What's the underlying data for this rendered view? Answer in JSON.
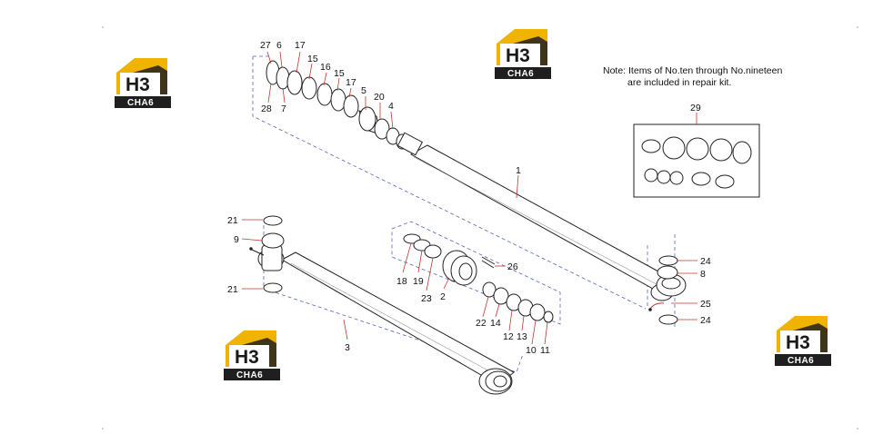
{
  "note": {
    "line1": "Note: Items of No.ten through No.nineteen",
    "line2": "are included in repair kit."
  },
  "brand": {
    "logo_text": "H3",
    "brand_text": "CHA6",
    "accent": "#f0b400",
    "dark": "#1f1f1f"
  },
  "callouts": {
    "c27": "27",
    "c6": "6",
    "c17a": "17",
    "c15a": "15",
    "c16": "16",
    "c15b": "15",
    "c17b": "17",
    "c5": "5",
    "c20": "20",
    "c4": "4",
    "c28": "28",
    "c7": "7",
    "c1": "1",
    "c21a": "21",
    "c9": "9",
    "c21b": "21",
    "c3": "3",
    "c18": "18",
    "c19": "19",
    "c23": "23",
    "c2": "2",
    "c26": "26",
    "c22": "22",
    "c14": "14",
    "c12": "12",
    "c13": "13",
    "c10": "10",
    "c11": "11",
    "c24a": "24",
    "c8": "8",
    "c25": "25",
    "c24b": "24",
    "c29": "29"
  }
}
